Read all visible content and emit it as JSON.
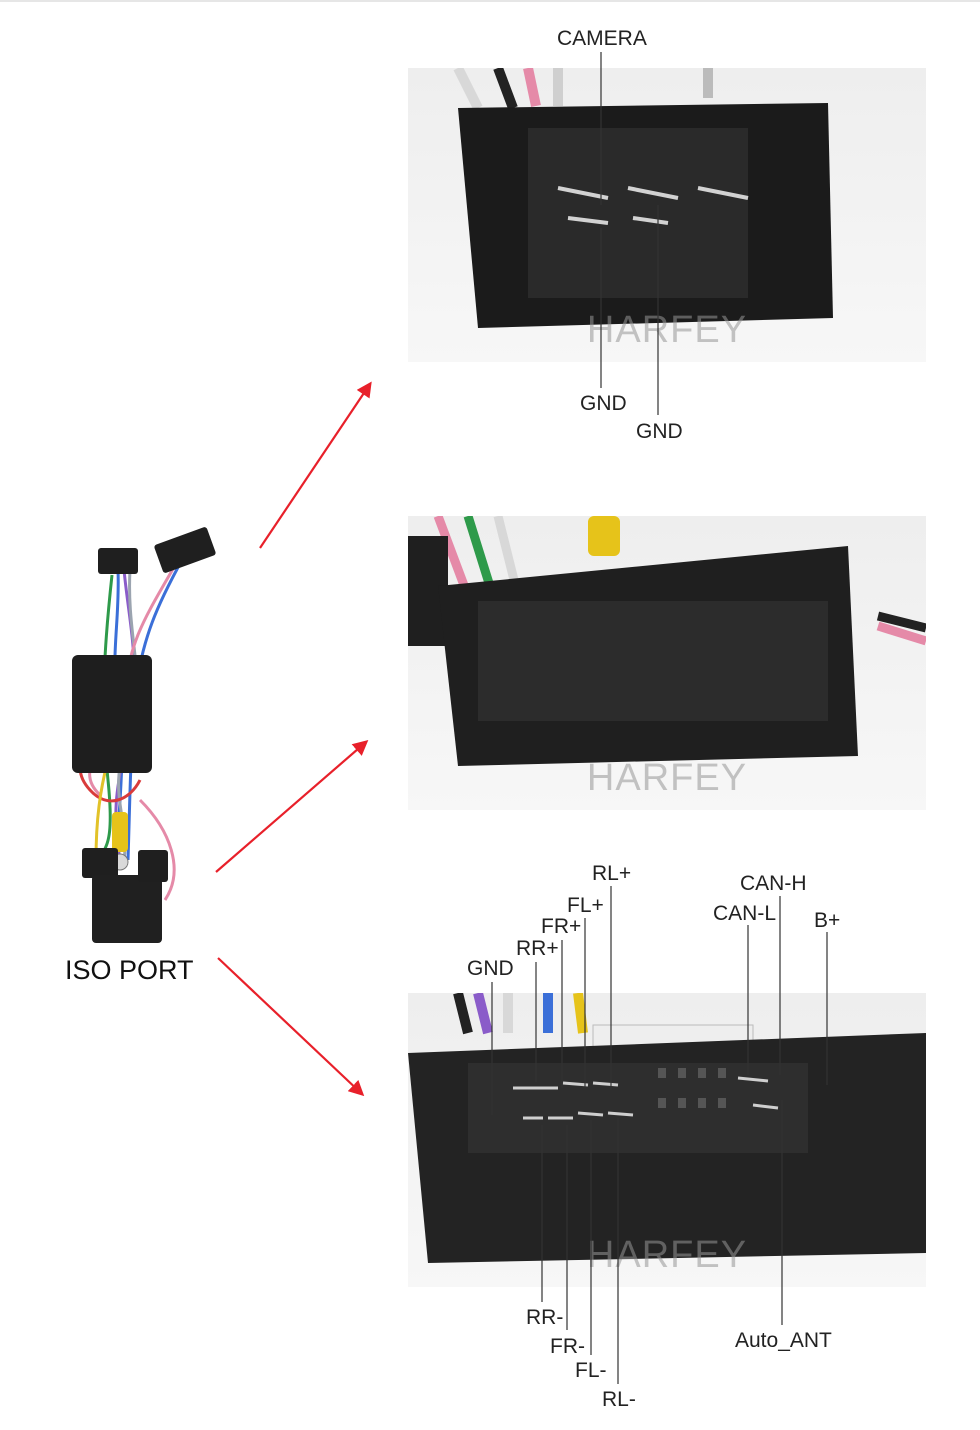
{
  "watermark": "HARFEY",
  "harness": {
    "label": "ISO PORT"
  },
  "panels": [
    {
      "name": "camera-connector",
      "labels": {
        "camera": "CAMERA",
        "gnd_a": "GND",
        "gnd_b": "GND"
      }
    },
    {
      "name": "middle-connector"
    },
    {
      "name": "iso-connector",
      "labels": {
        "rl_plus": "RL+",
        "fl_plus": "FL+",
        "fr_plus": "FR+",
        "rr_plus": "RR+",
        "gnd": "GND",
        "can_h": "CAN-H",
        "can_l": "CAN-L",
        "b_plus": "B+",
        "rr_minus": "RR-",
        "fr_minus": "FR-",
        "fl_minus": "FL-",
        "rl_minus": "RL-",
        "auto_ant": "Auto_ANT"
      }
    }
  ],
  "colors": {
    "arrow": "#e8202a",
    "leader": "#333333",
    "connector": "#1f1f1f"
  }
}
